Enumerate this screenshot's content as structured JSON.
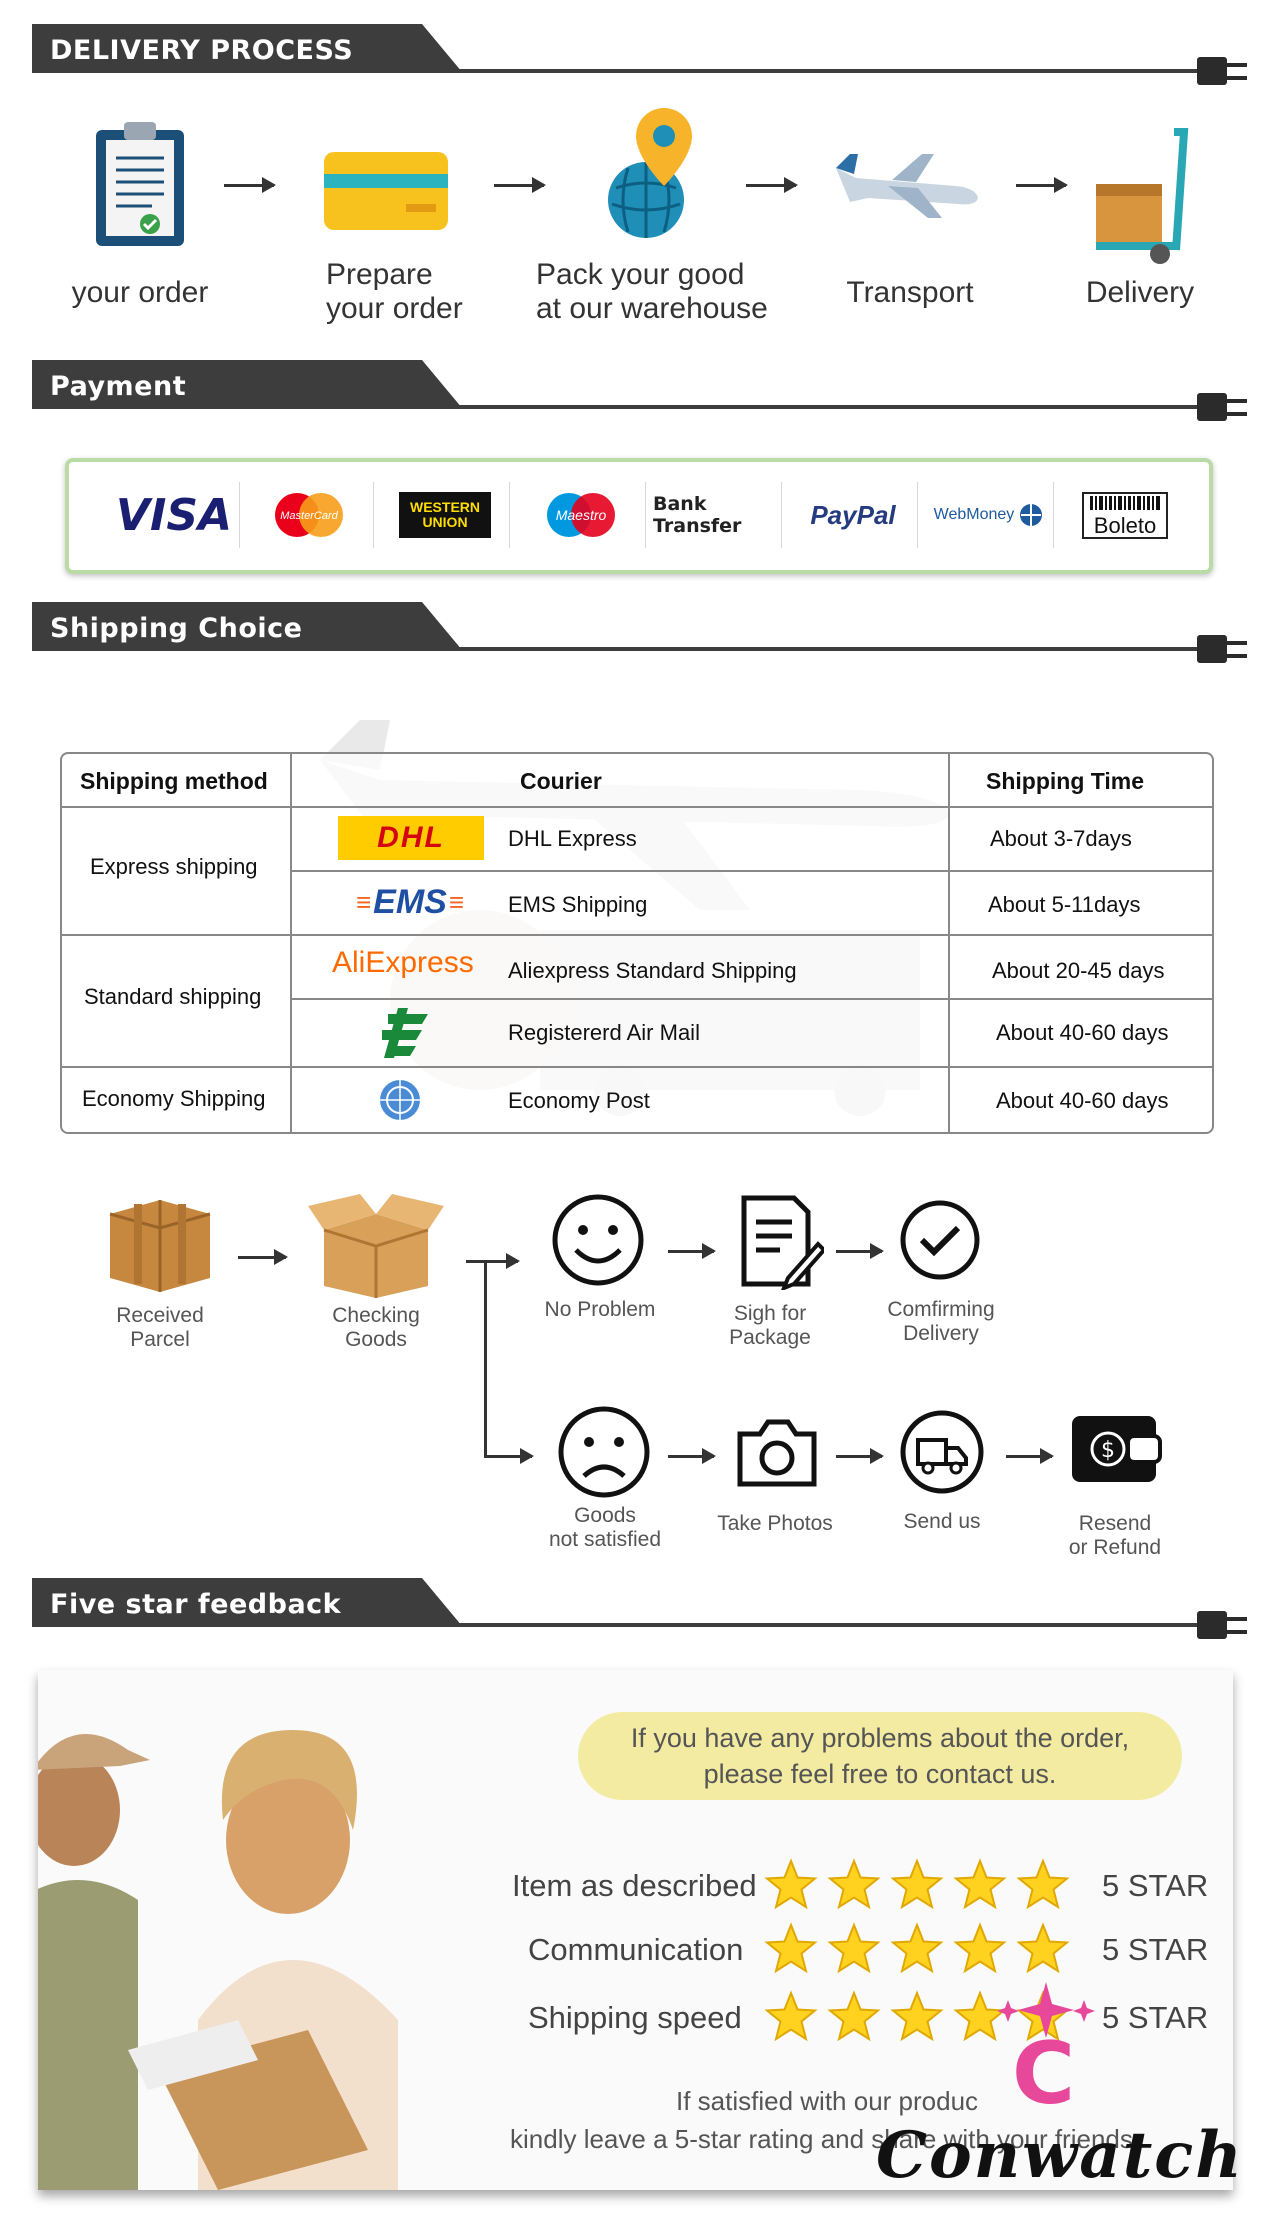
{
  "sections": {
    "delivery": "DELIVERY PROCESS",
    "payment": "Payment",
    "shipping": "Shipping Choice",
    "feedback": "Five star feedback"
  },
  "delivery_steps": [
    {
      "label": "your order",
      "icon": "clipboard-icon"
    },
    {
      "label": "Prepare\nyour order",
      "icon": "card-icon"
    },
    {
      "label": "Pack your good\nat our warehouse",
      "icon": "globe-pin-icon"
    },
    {
      "label": "Transport",
      "icon": "airplane-icon"
    },
    {
      "label": "Delivery",
      "icon": "hand-truck-icon"
    }
  ],
  "payment_methods": [
    "VISA",
    "MasterCard",
    "WESTERN UNION",
    "Maestro",
    "Bank Transfer",
    "PayPal",
    "WebMoney",
    "Boleto"
  ],
  "shipping_table": {
    "headers": {
      "method": "Shipping method",
      "courier": "Courier",
      "time": "Shipping Time"
    },
    "groups": [
      "Express shipping",
      "Standard shipping",
      "Economy Shipping"
    ],
    "rows": [
      {
        "logo": "DHL",
        "courier": "DHL Express",
        "time": "About 3-7days"
      },
      {
        "logo": "EMS",
        "courier": "EMS Shipping",
        "time": "About 5-11days"
      },
      {
        "logo": "AliExpress",
        "courier": "Aliexpress Standard Shipping",
        "time": "About 20-45 days"
      },
      {
        "logo": "airmail",
        "courier": "Registererd Air Mail",
        "time": "About 40-60 days"
      },
      {
        "logo": "UN",
        "courier": "Economy Post",
        "time": "About 40-60 days"
      }
    ],
    "colors": {
      "dhl_yellow": "#ffcc00",
      "dhl_red": "#d40511",
      "ems_blue": "#1e4fa3",
      "ems_orange": "#f26522",
      "ali_orange": "#ff6a00",
      "airmail_green": "#1a8a3a"
    }
  },
  "after_sales": {
    "received": "Received\nParcel",
    "checking": "Checking\nGoods",
    "no_problem": "No Problem",
    "sign": "Sigh for\nPackage",
    "confirm": "Comfirming\nDelivery",
    "not_satisfied": "Goods\nnot satisfied",
    "photos": "Take Photos",
    "send": "Send us",
    "refund": "Resend\nor Refund"
  },
  "feedback": {
    "contact": "If you have any problems about the order,\nplease feel free to contact us.",
    "ratings": [
      {
        "label": "Item as described",
        "value": "5 STAR",
        "stars": 5
      },
      {
        "label": "Communication",
        "value": "5 STAR",
        "stars": 5
      },
      {
        "label": "Shipping speed",
        "value": "5 STAR",
        "stars": 5
      }
    ],
    "footer_line1": "If satisfied with our produc",
    "footer_line2": "kindly leave a 5-star rating and share with your friends.",
    "brand": "Conwatch",
    "brand_initial": "C"
  },
  "colors": {
    "header_dark": "#3d3d3d",
    "pay_border": "#b9dca6",
    "bubble": "#f3eba2",
    "star": "#ffd21f",
    "brand_pink": "#e8489a"
  }
}
